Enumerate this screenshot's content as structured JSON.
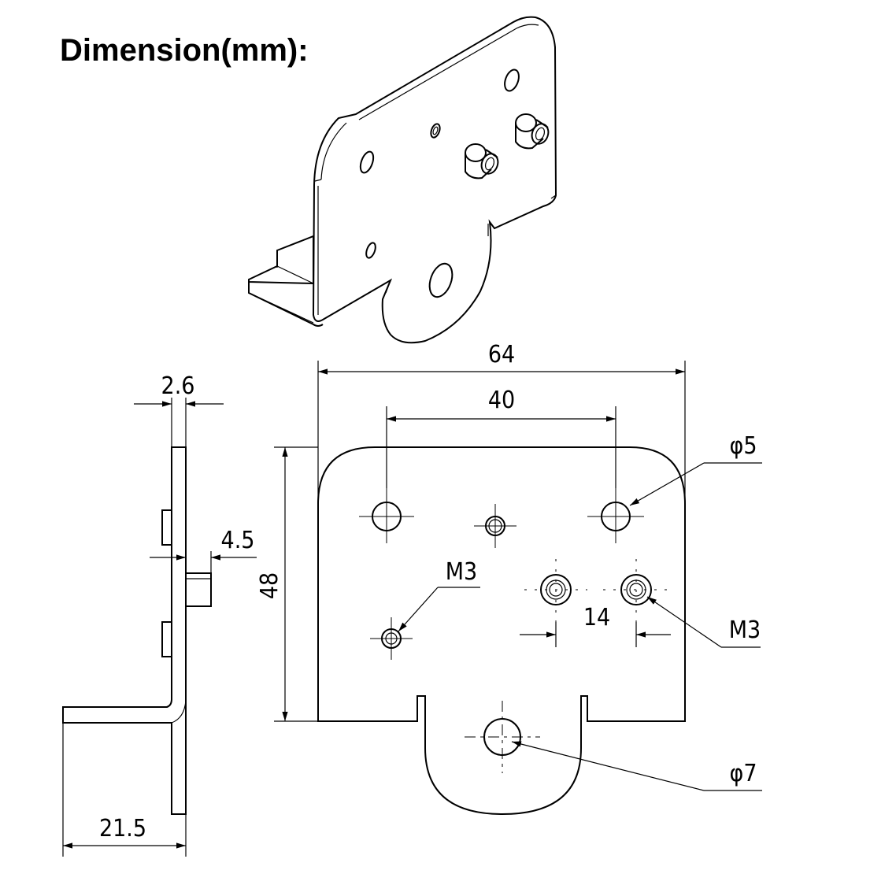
{
  "title": "Dimension(mm):",
  "colors": {
    "line": "#000000",
    "background": "#ffffff"
  },
  "dimensions": {
    "overall_width": "64",
    "hole_spacing_top": "40",
    "height": "48",
    "hole_spacing_boss": "14",
    "thickness": "2.6",
    "boss_height": "4.5",
    "flange_length": "21.5"
  },
  "callouts": {
    "hole_top": "φ5",
    "thread_left": "M3",
    "thread_right": "M3",
    "hole_bottom": "φ7"
  }
}
